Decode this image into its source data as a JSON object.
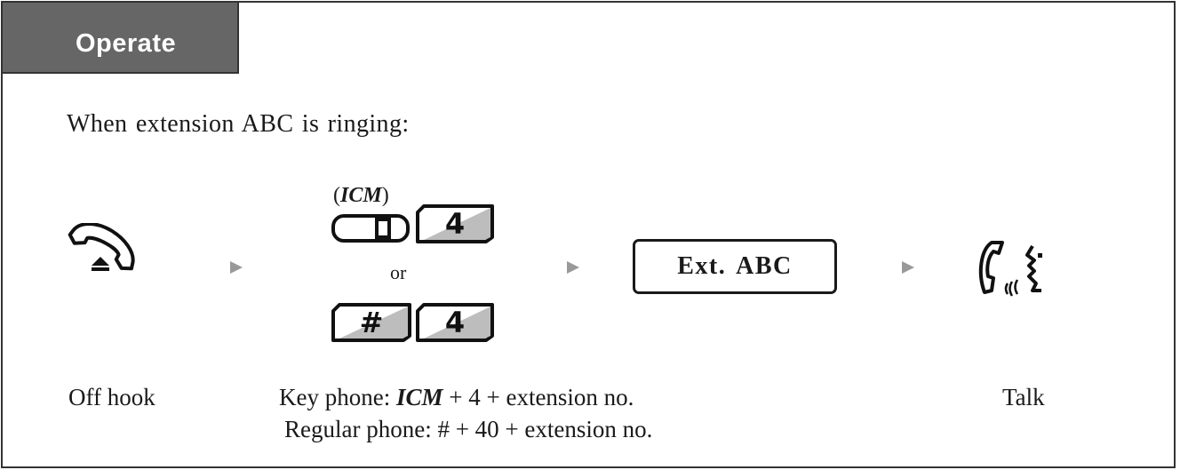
{
  "header": {
    "title": "Operate"
  },
  "intro": "When extension ABC is ringing:",
  "steps": {
    "icm_label": "ICM",
    "key_4": "4",
    "key_hash": "#",
    "or": "or",
    "ext_box": "Ext. ABC"
  },
  "captions": {
    "off_hook": "Off hook",
    "key_phone_prefix": "Key phone:",
    "key_phone_icm": "ICM",
    "key_phone_suffix": "+ 4 + extension no.",
    "regular_phone": "Regular phone: # + 40 + extension no.",
    "talk": "Talk"
  },
  "icons": [
    "phone-handset-off-hook-icon",
    "icm-key-icon",
    "talk-icon",
    "arrow-right-icon"
  ],
  "colors": {
    "header_bg": "#666666",
    "header_text": "#ffffff",
    "arrow": "#999999",
    "border": "#333333"
  }
}
